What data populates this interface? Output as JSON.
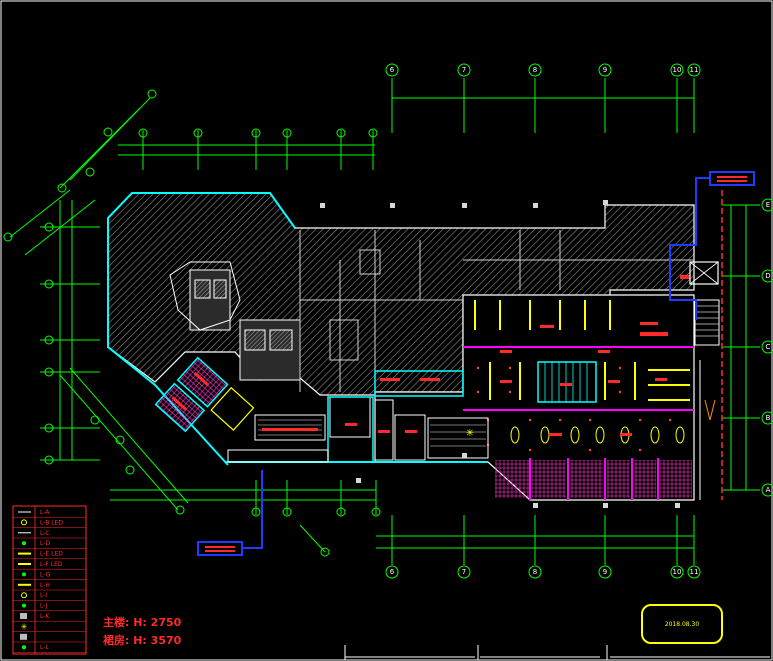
{
  "colors": {
    "axis": "#00ff00",
    "wall": "#ffffff",
    "accent_cyan": "#00ffff",
    "accent_blue": "#1e3cff",
    "accent_magenta": "#ff00ff",
    "accent_red": "#ff2a2a",
    "accent_yellow": "#ffff00",
    "hatch": "#9a9a9a"
  },
  "grid_axes": {
    "top": [
      "6",
      "7",
      "8",
      "9",
      "10",
      "11"
    ],
    "bottom": [
      "6",
      "7",
      "8",
      "9",
      "10",
      "11"
    ],
    "right": [
      "E",
      "D",
      "C",
      "B",
      "A"
    ]
  },
  "legend": {
    "title": "",
    "items": [
      "L-A",
      "L-B LED",
      "L-C",
      "L-D",
      "L-E LED",
      "L-F LED",
      "L-G",
      "L-H",
      "L-I",
      "L-J",
      "L-K",
      "",
      "",
      "L-L"
    ]
  },
  "heights": {
    "main_height": "主楼: H: 2750",
    "podium_height": "裙房: H: 3570"
  },
  "stamp": {
    "date": "2018.08.30"
  }
}
